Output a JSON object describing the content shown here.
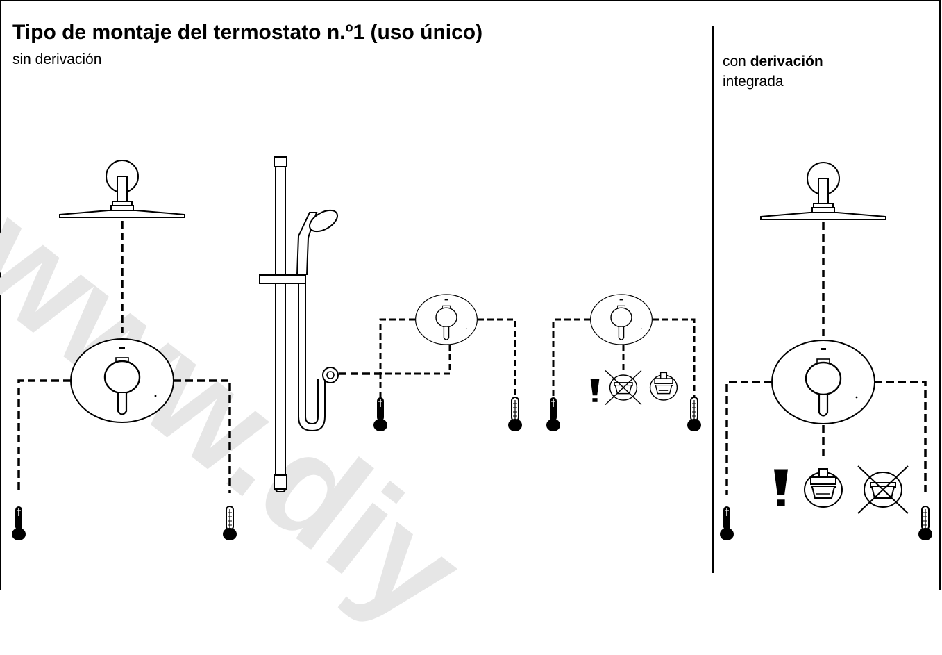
{
  "header": {
    "title": "Tipo de montaje del termostato n.º1 (uso único)",
    "left_caption": "sin derivación",
    "right_caption_prefix": "con",
    "right_caption_bold": "derivación",
    "right_caption_line2": "integrada"
  },
  "watermark": {
    "text": "www.diy"
  },
  "symbols": {
    "warning": "exclamation-icon",
    "hot": "thermometer-hot-icon",
    "cold": "thermometer-cold-icon",
    "cartridge_ok": "diverter-cartridge-icon",
    "cartridge_not": "crossed-out-cartridge-icon"
  }
}
